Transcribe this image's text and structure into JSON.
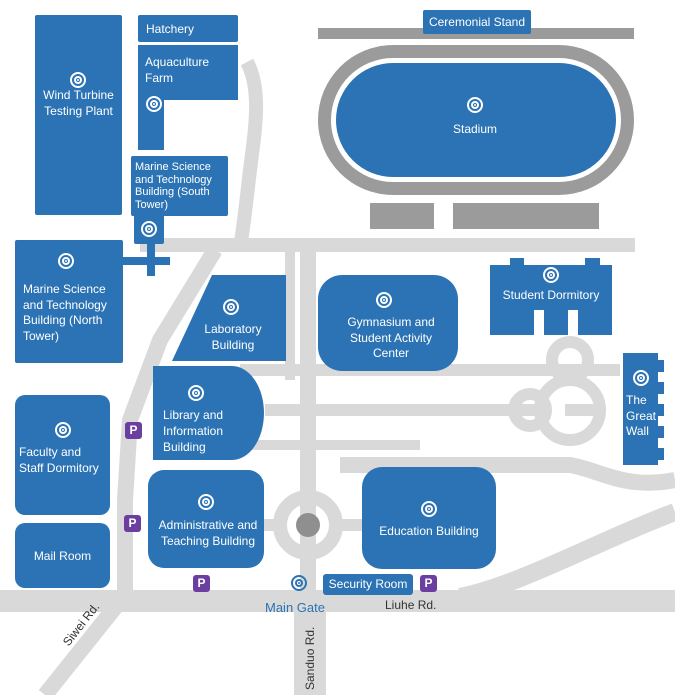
{
  "buildings": {
    "hatchery": "Hatchery",
    "ceremonial_stand": "Ceremonial Stand",
    "wind_turbine": "Wind Turbine Testing Plant",
    "aquaculture": "Aquaculture Farm",
    "stadium": "Stadium",
    "south_tower": "Marine Science and Technology Building (South Tower)",
    "north_tower": "Marine Science and Technology Building (North Tower)",
    "laboratory": "Laboratory Building",
    "gymnasium": "Gymnasium and Student Activity Center",
    "student_dormitory": "Student Dormitory",
    "great_wall": "The Great Wall",
    "library": "Library and Information Building",
    "faculty_dormitory": "Faculty and Staff Dormitory",
    "administrative": "Administrative and Teaching Building",
    "education": "Education Building",
    "mail_room": "Mail Room",
    "security_room": "Security Room"
  },
  "labels": {
    "main_gate": "Main Gate",
    "liuhe_rd": "Liuhe Rd.",
    "siwei_rd": "Siwei Rd.",
    "sanduo_rd": "Sanduo Rd."
  },
  "parking": {
    "symbol": "P"
  },
  "icons": {
    "location": "location-target-icon",
    "parking": "parking-icon"
  },
  "colors": {
    "building": "#2b73b4",
    "road": "#d9d9d9",
    "track": "#9b9b9b",
    "parking": "#6a3fa0",
    "gate_label": "#2b73b4"
  }
}
